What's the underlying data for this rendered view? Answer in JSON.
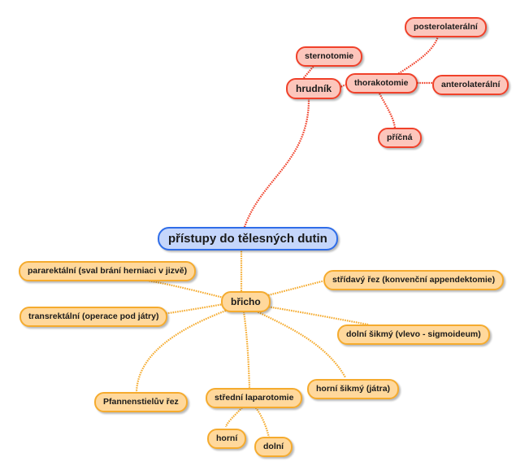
{
  "colors": {
    "root_fill": "#c5d6fb",
    "root_border": "#2f6de8",
    "red_fill": "#fcc6bc",
    "red_border": "#f0412a",
    "orange_fill": "#ffd89c",
    "orange_border": "#f5ab2e"
  },
  "root": {
    "label": "přístupy do tělesných dutin"
  },
  "branches": {
    "hrudnik": {
      "label": "hrudník",
      "children": {
        "sternotomie": {
          "label": "sternotomie"
        },
        "thorakotomie": {
          "label": "thorakotomie",
          "children": [
            {
              "label": "posterolaterální"
            },
            {
              "label": "anterolaterální"
            },
            {
              "label": "příčná"
            }
          ]
        }
      }
    },
    "bricho": {
      "label": "břicho",
      "children": [
        {
          "label": "pararektální (sval brání herniaci v jizvě)"
        },
        {
          "label": "transrektální (operace pod játry)"
        },
        {
          "label": "Pfannenstielův řez"
        },
        {
          "label": "střídavý řez (konvenční appendektomie)"
        },
        {
          "label": "dolní šikmý (vlevo - sigmoideum)"
        },
        {
          "label": "horní šikmý (játra)"
        }
      ],
      "stredni": {
        "label": "střední laparotomie",
        "children": [
          {
            "label": "horní"
          },
          {
            "label": "dolní"
          }
        ]
      }
    }
  }
}
